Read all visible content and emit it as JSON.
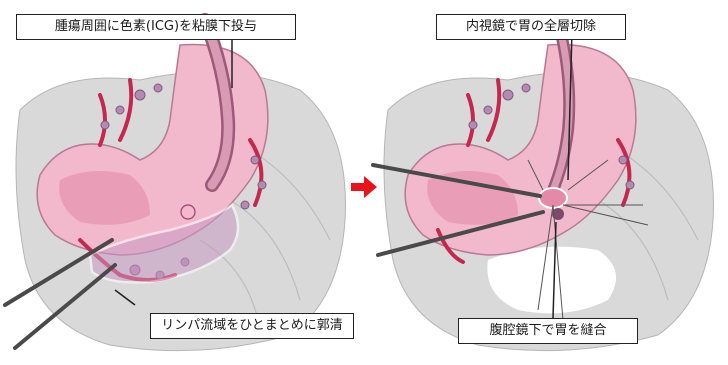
{
  "labels": {
    "left_top": "腫瘍周囲に色素(ICG)を粘膜下投与",
    "left_bottom": "リンパ流域をひとまとめに郭清",
    "right_top": "内視鏡で胃の全層切除",
    "right_bottom": "腹腔鏡下で胃を縫合"
  },
  "colors": {
    "stomach": "#f2b8cc",
    "stomach_dark": "#e48aa8",
    "background_tissue": "#d9d9d9",
    "vessel": "#c4284f",
    "lymph_node": "#b58ab0",
    "arrow": "#e8141c",
    "instrument": "#4a4a4a"
  }
}
